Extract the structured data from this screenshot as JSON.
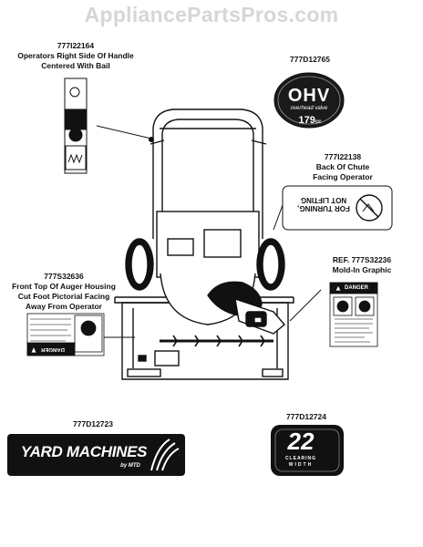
{
  "watermark": "AppliancePartsPros.com",
  "labels": {
    "handle": {
      "part": "777I22164",
      "line1": "Operators Right Side Of Handle",
      "line2": "Centered With Bail"
    },
    "ohv": {
      "part": "777D12765",
      "badge": "OHV",
      "sub": "overhead valve",
      "cc": "179",
      "cc_unit": "cc"
    },
    "chute": {
      "part": "777I22138",
      "line1": "Back Of Chute",
      "line2": "Facing Operator",
      "warn1": "FOR TURNING,",
      "warn2": "NOT LIFTING"
    },
    "mold": {
      "part": "REF. 777S32236",
      "line1": "Mold-In Graphic",
      "danger": "DANGER"
    },
    "auger": {
      "part": "777S32636",
      "line1": "Front Top Of Auger Housing",
      "line2": "Cut Foot Pictorial Facing",
      "line3": "Away From Operator",
      "danger": "DANGER"
    },
    "yard": {
      "part": "777D12723",
      "brand": "YARD MACHINES",
      "by": "by MTD"
    },
    "clearing": {
      "part": "777D12724",
      "number": "22",
      "sub1": "CLEARING",
      "sub2": "WIDTH"
    }
  }
}
